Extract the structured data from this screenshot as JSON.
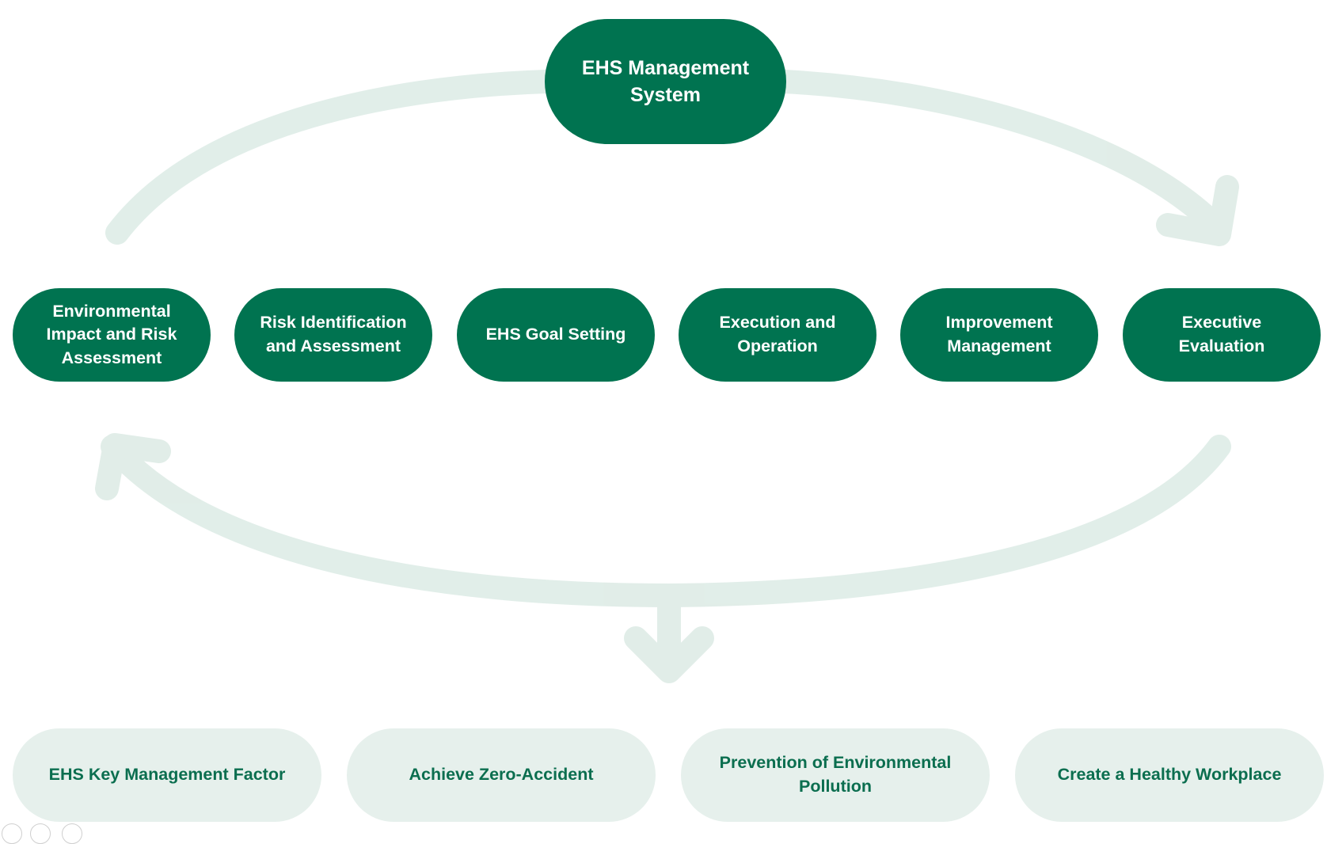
{
  "main_node": {
    "label": "EHS Management System"
  },
  "process_steps": [
    {
      "label": "Environmental Impact and Risk Assessment"
    },
    {
      "label": "Risk Identification and Assessment"
    },
    {
      "label": "EHS Goal Setting"
    },
    {
      "label": "Execution and Operation"
    },
    {
      "label": "Improvement Management"
    },
    {
      "label": "Executive Evaluation"
    }
  ],
  "goals": [
    {
      "label": "EHS Key Management Factor"
    },
    {
      "label": "Achieve Zero-Accident"
    },
    {
      "label": "Prevention of Environmental Pollution"
    },
    {
      "label": "Create a Healthy Workplace"
    }
  ],
  "colors": {
    "primary_green": "#007350",
    "light_green": "#e6f0ec",
    "arrow_tint": "#d7e8e1",
    "goal_text": "#0b6e4f"
  },
  "toolbar_icons": [
    "save-icon",
    "zoom-icon",
    "more-icon"
  ]
}
